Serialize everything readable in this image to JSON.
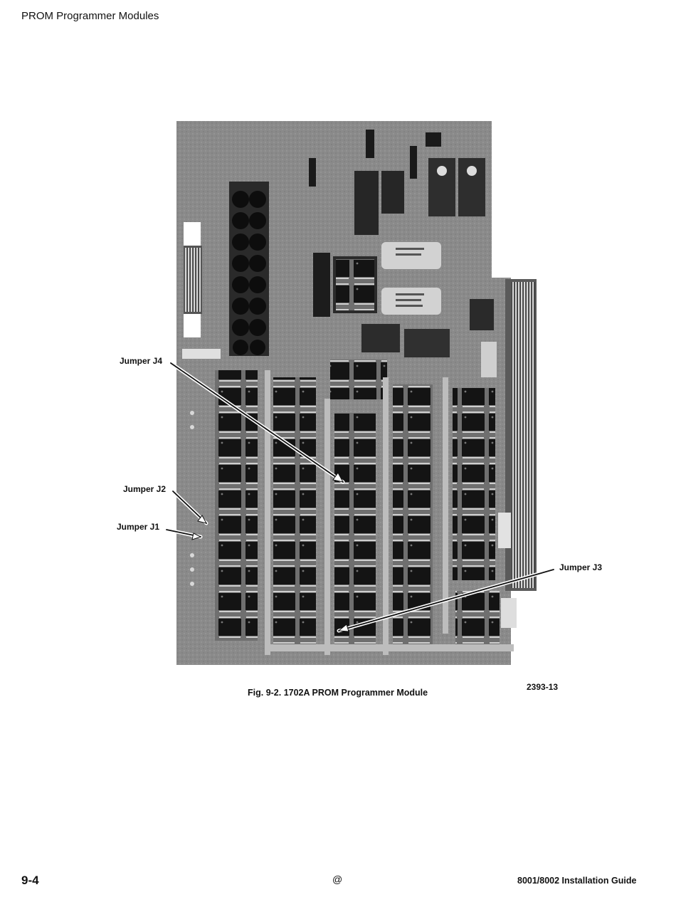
{
  "header": {
    "title": "PROM Programmer Modules"
  },
  "figure": {
    "caption": "Fig. 9-2. 1702A PROM Programmer Module",
    "plate_number": "2393-13",
    "callouts": {
      "j4": "Jumper J4",
      "j2": "Jumper J2",
      "j1": "Jumper J1",
      "j3": "Jumper J3"
    }
  },
  "footer": {
    "page_number": "9-4",
    "mark": "@",
    "document_title": "8001/8002 Installation Guide"
  }
}
